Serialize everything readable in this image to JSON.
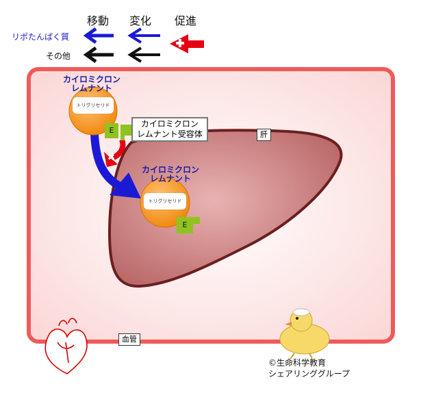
{
  "legend": {
    "header_move": "移動",
    "header_change": "変化",
    "header_promote": "促進",
    "row_lipoprotein": "リポたんぱく質",
    "row_other": "その他"
  },
  "labels": {
    "liver": "肝",
    "blood_vessel": "血管",
    "remnant_title_line1": "カイロミクロン",
    "remnant_title_line2": "レムナント",
    "triglyceride": "トリグリセリド",
    "apo_e": "E",
    "receptor_line1": "カイロミクロン",
    "receptor_line2": "レムナント受容体"
  },
  "credit": {
    "line1": "©生命科学教育",
    "line2": "シェアリンググループ"
  },
  "colors": {
    "vessel_border": "#f05a5a",
    "vessel_fill": "#fde8e8",
    "liver_fill": "#c77d7d",
    "liver_stroke": "#6b1f1f",
    "particle": "#f7941d",
    "apo_e": "#8fc31f",
    "arrow_blue": "#1a1ad6",
    "arrow_red": "#e60012"
  }
}
